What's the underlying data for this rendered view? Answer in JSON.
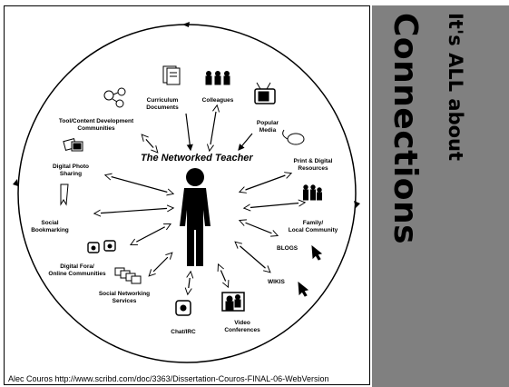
{
  "slide": {
    "title_line1": "It's ALL about",
    "title_line2": "Connections",
    "caption": "Alec Couros http://www.scribd.com/doc/3363/Dissertation-Couros-FINAL-06-WebVersion"
  },
  "diagram": {
    "center_label": "The Networked Teacher",
    "nodes": [
      {
        "id": "curriculum",
        "label": [
          "Curriculum",
          "Documents"
        ],
        "icon": "documents-icon"
      },
      {
        "id": "colleagues",
        "label": [
          "Colleagues"
        ],
        "icon": "people-group-icon"
      },
      {
        "id": "popular_media",
        "label": [
          "Popular",
          "Media"
        ],
        "icon": "tv-icon"
      },
      {
        "id": "print_digital",
        "label": [
          "Print & Digital",
          "Resources"
        ],
        "icon": "mouse-icon"
      },
      {
        "id": "family",
        "label": [
          "Family/",
          "Local Community"
        ],
        "icon": "family-icon"
      },
      {
        "id": "blogs",
        "label": [
          "BLOGS"
        ],
        "icon": "cursor-icon"
      },
      {
        "id": "wikis",
        "label": [
          "WIKIS"
        ],
        "icon": "cursor-icon"
      },
      {
        "id": "video",
        "label": [
          "Video",
          "Conferences"
        ],
        "icon": "video-conference-icon"
      },
      {
        "id": "chat",
        "label": [
          "Chat/IRC"
        ],
        "icon": "chat-icon"
      },
      {
        "id": "social_networking",
        "label": [
          "Social Networking",
          "Services"
        ],
        "icon": "computers-icon"
      },
      {
        "id": "digital_fora",
        "label": [
          "Digital Fora/",
          "Online Communities"
        ],
        "icon": "monitors-icon"
      },
      {
        "id": "social_bookmarking",
        "label": [
          "Social",
          "Bookmarking"
        ],
        "icon": "bookmark-icon"
      },
      {
        "id": "photo_sharing",
        "label": [
          "Digital Photo",
          "Sharing"
        ],
        "icon": "photos-icon"
      },
      {
        "id": "tool_dev",
        "label": [
          "Tool/Content Development",
          "Communities"
        ],
        "icon": "network-icon"
      }
    ]
  }
}
